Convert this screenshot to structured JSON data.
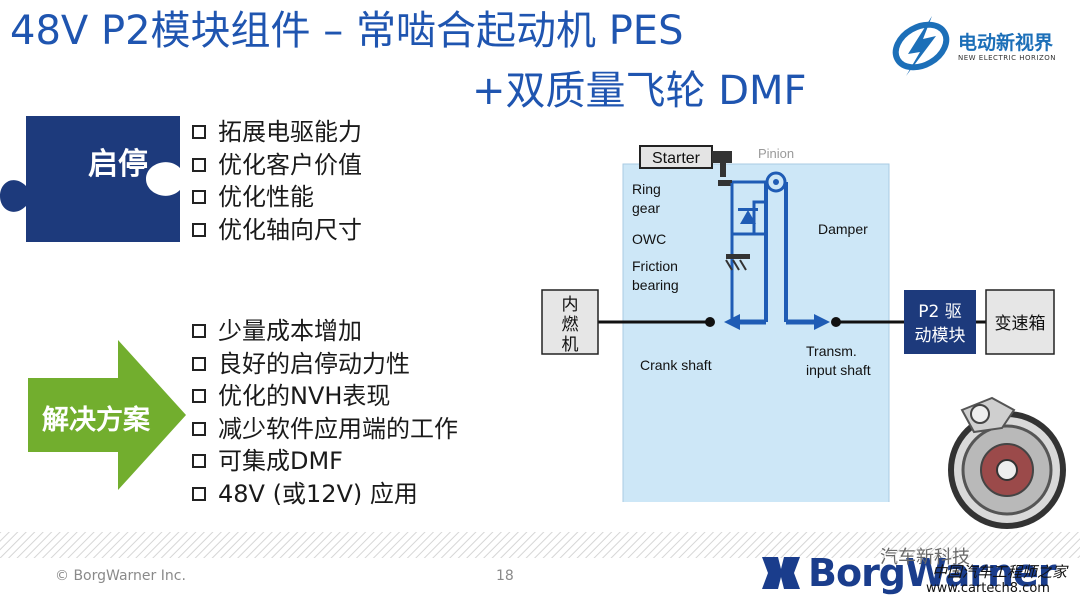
{
  "slide": {
    "title_line1": "48V P2模块组件 –   常啮合起动机 PES",
    "title_line2": "+双质量飞轮 DMF",
    "logo": {
      "name": "电动新视界",
      "sub": "NEW ELECTRIC HORIZON"
    },
    "badge_start_stop": "启停",
    "features": [
      "拓展电驱能力",
      "优化客户价值",
      "优化性能",
      "优化轴向尺寸"
    ],
    "badge_solution": "解决方案",
    "solutions": [
      "少量成本增加",
      "良好的启停动力性",
      "优化的NVH表现",
      "减少软件应用端的工作",
      "可集成DMF",
      "48V (或12V) 应用"
    ]
  },
  "diagram": {
    "starter": "Starter",
    "pinion": "Pinion",
    "ring_gear_1": "Ring",
    "ring_gear_2": "gear",
    "owc": "OWC",
    "friction_1": "Friction",
    "friction_2": "bearing",
    "damper": "Damper",
    "engine_1": "内",
    "engine_2": "燃",
    "engine_3": "机",
    "crank_shaft": "Crank shaft",
    "transm_1": "Transm.",
    "transm_2": "input shaft",
    "p2_1": "P2 驱",
    "p2_2": "动模块",
    "gearbox": "变速箱"
  },
  "footer": {
    "copyright": "©  BorgWarner Inc.",
    "page": "18",
    "brand": "BorgWarner",
    "watermark1": "汽车新科技",
    "watermark2": "中国汽车工程师之家",
    "watermark3": "www.cartech8.com"
  },
  "colors": {
    "title": "#1f55b0",
    "puzzle": "#1d3a7c",
    "arrow": "#72ae2e",
    "diagram_bg": "#cde7f7",
    "accent": "#1f5cb5"
  }
}
